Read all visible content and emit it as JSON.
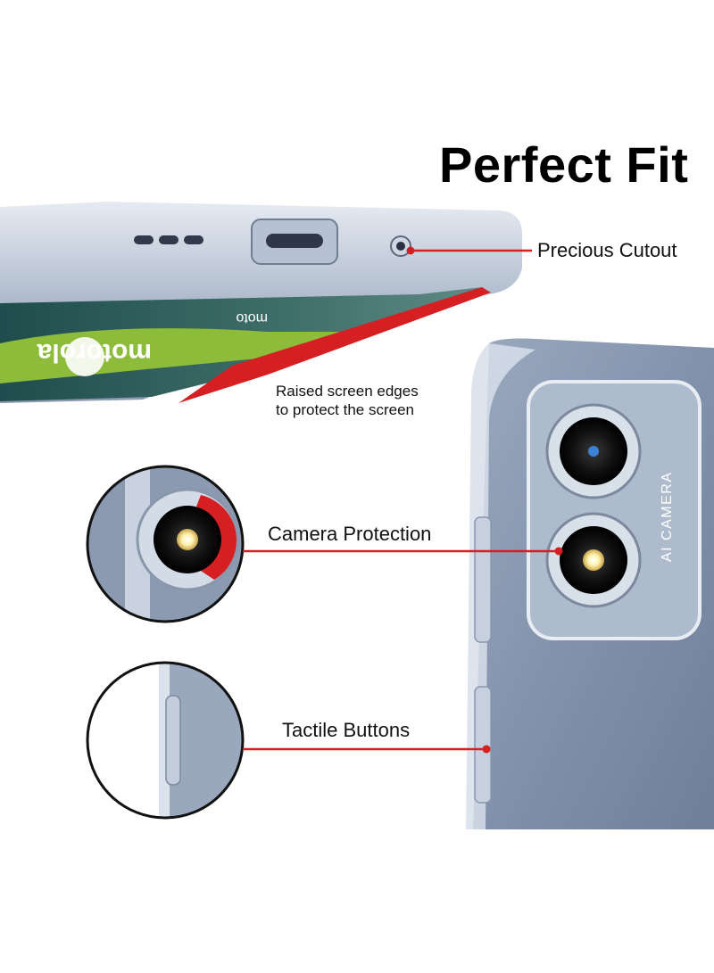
{
  "heading": "Perfect Fit",
  "callouts": {
    "cutout": "Precious Cutout",
    "camera": "Camera Protection",
    "buttons": "Tactile Buttons"
  },
  "screen_note": {
    "line1": "Raised screen edges",
    "line2": "to protect the screen"
  },
  "device_text": {
    "brand": "motorola",
    "moto": "moto",
    "camera_label": "AI CAMERA"
  },
  "colors": {
    "accent_red": "#d51f22",
    "case_blue": "#7d8da6",
    "screen_green": "#8dbb3a",
    "text": "#111111"
  }
}
